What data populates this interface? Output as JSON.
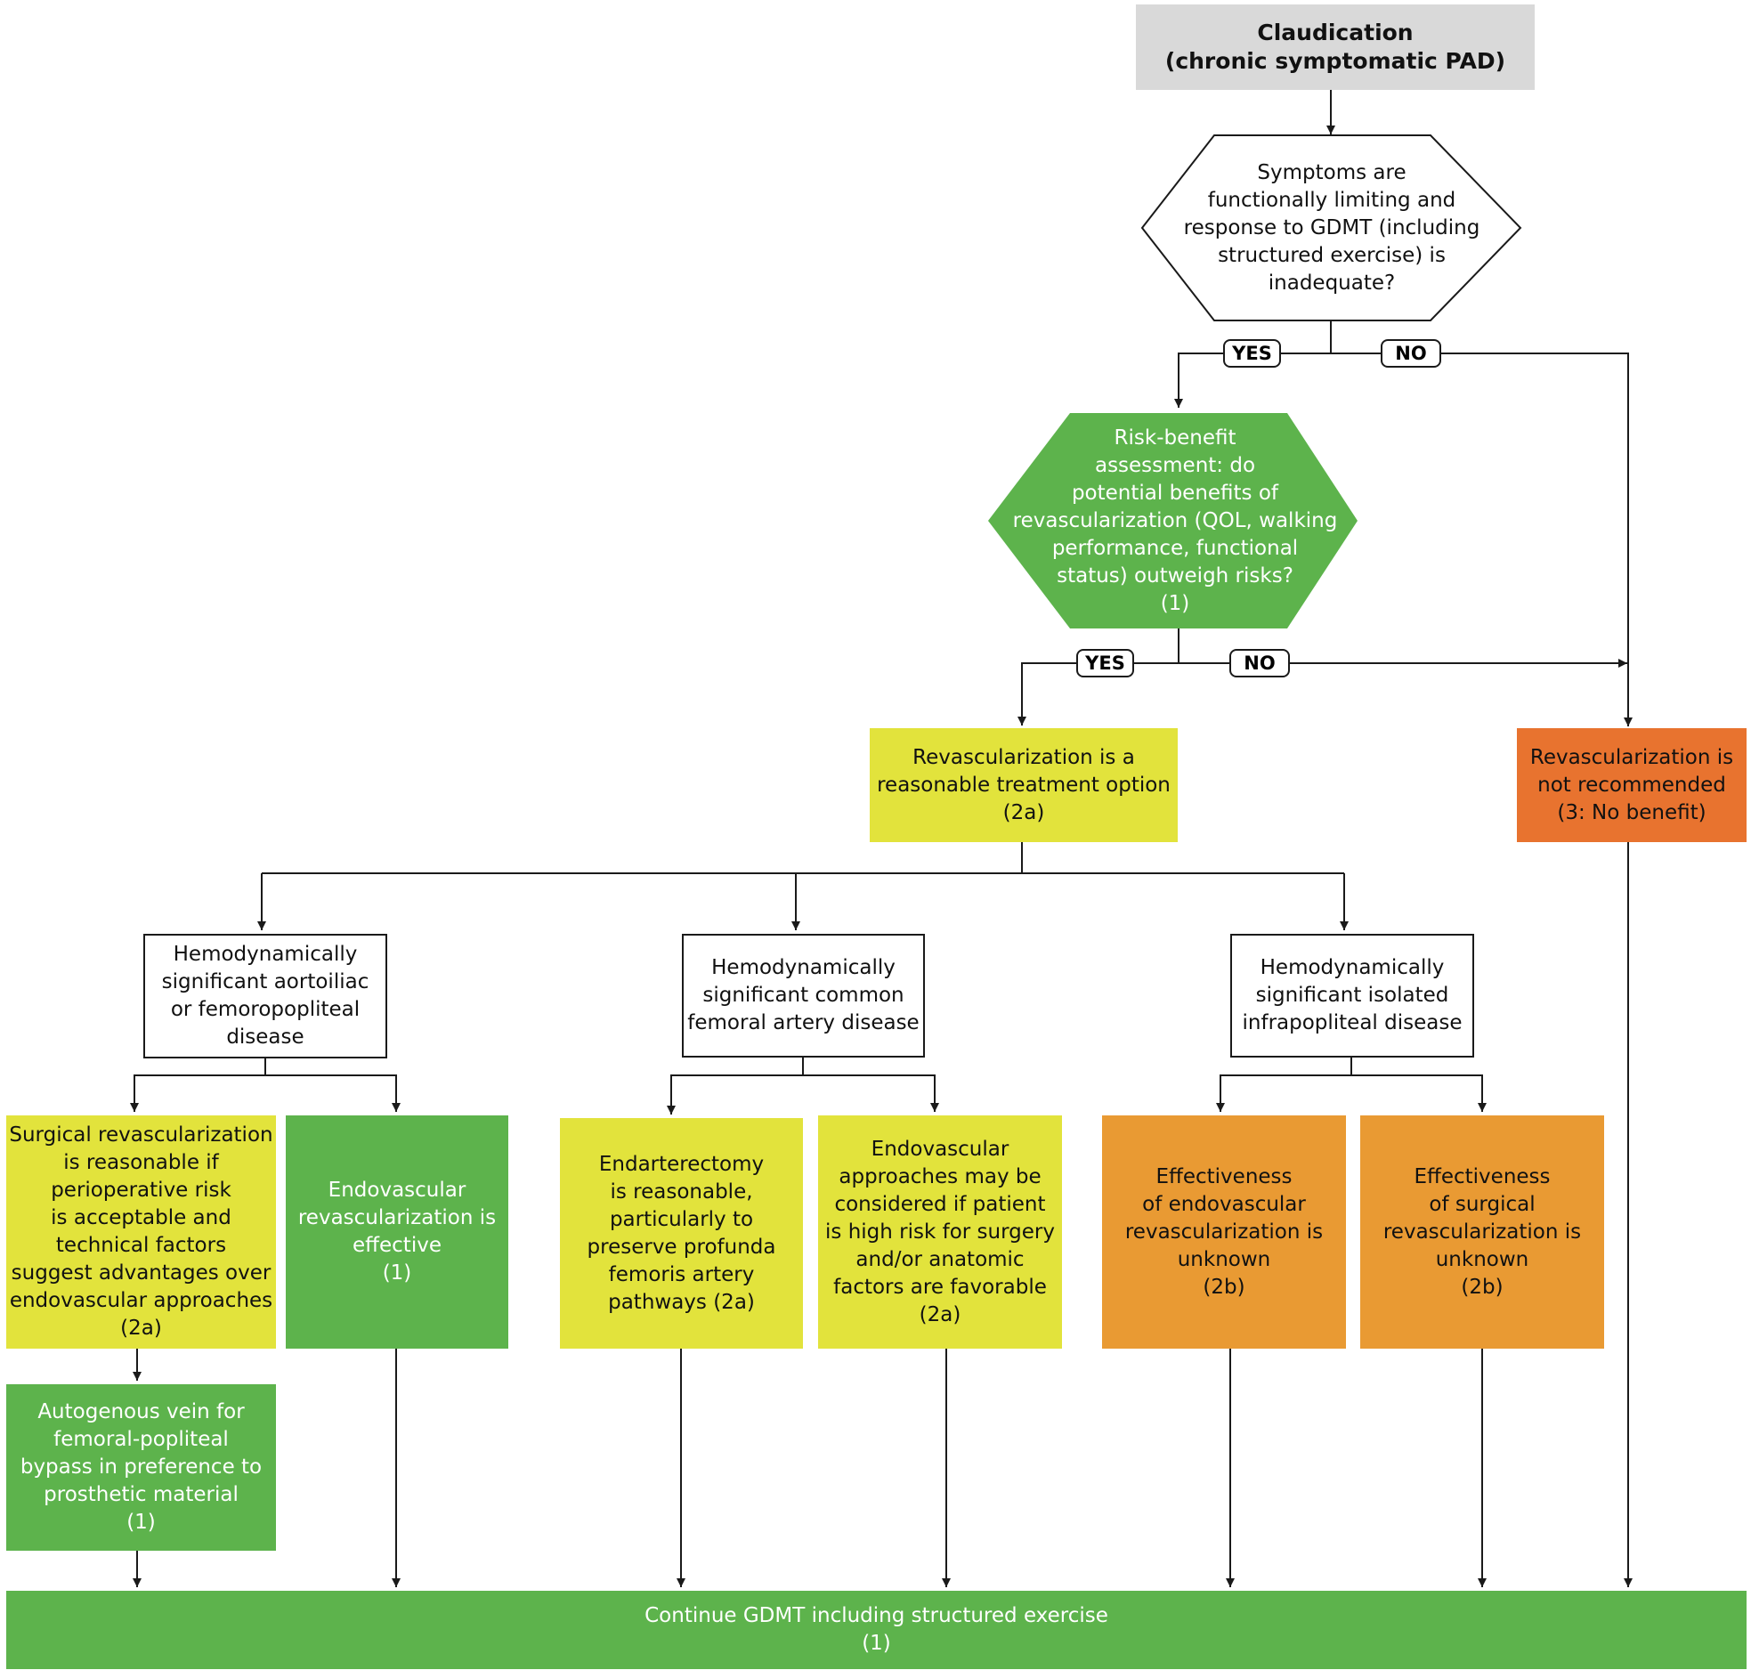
{
  "colors": {
    "gray": "#d9d9d9",
    "yellow": "#e2e33c",
    "green": "#5db34c",
    "orange": "#e99a33",
    "red": "#e8732f",
    "line": "#1a1a1a"
  },
  "nodes": {
    "start": [
      "Claudication",
      "(chronic symptomatic PAD)"
    ],
    "q1": [
      "Symptoms are",
      "functionally limiting and",
      "response to GDMT (including",
      "structured exercise) is",
      "inadequate?"
    ],
    "q2": [
      "Risk-benefit",
      "assessment: do",
      "potential benefits of",
      "revascularization (QOL, walking",
      "performance, functional",
      "status) outweigh risks?",
      "(1)"
    ],
    "reasonable": [
      "Revascularization is a",
      "reasonable treatment option",
      "(2a)"
    ],
    "not_recommended": [
      "Revascularization is",
      "not recommended",
      "(3: No benefit)"
    ],
    "aortoiliac": [
      "Hemodynamically",
      "significant aortoiliac",
      "or femoropopliteal",
      "disease"
    ],
    "common_femoral": [
      "Hemodynamically",
      "significant common",
      "femoral artery disease"
    ],
    "infrapopliteal": [
      "Hemodynamically",
      "significant isolated",
      "infrapopliteal disease"
    ],
    "surgical": [
      "Surgical revascularization",
      "is reasonable if",
      "perioperative risk",
      "is acceptable and",
      "technical factors",
      "suggest advantages over",
      "endovascular approaches",
      "(2a)"
    ],
    "endo_effective": [
      "Endovascular",
      "revascularization is",
      "effective",
      "(1)"
    ],
    "endarterectomy": [
      "Endarterectomy",
      "is reasonable,",
      "particularly to",
      "preserve profunda",
      "femoris artery",
      "pathways  (2a)"
    ],
    "endo_considered": [
      "Endovascular",
      "approaches may be",
      "considered if patient",
      "is high risk for surgery",
      "and/or anatomic",
      "factors are favorable",
      "(2a)"
    ],
    "endo_unknown": [
      "Effectiveness",
      "of endovascular",
      "revascularization is",
      "unknown",
      "(2b)"
    ],
    "surg_unknown": [
      "Effectiveness",
      "of surgical",
      "revascularization is",
      "unknown",
      "(2b)"
    ],
    "vein": [
      "Autogenous vein for",
      "femoral-popliteal",
      "bypass in preference to",
      "prosthetic material",
      "(1)"
    ],
    "continue": [
      "Continue GDMT including structured exercise",
      "(1)"
    ]
  },
  "labels": {
    "q1_yes": "YES",
    "q1_no": "NO",
    "q2_yes": "YES",
    "q2_no": "NO"
  }
}
